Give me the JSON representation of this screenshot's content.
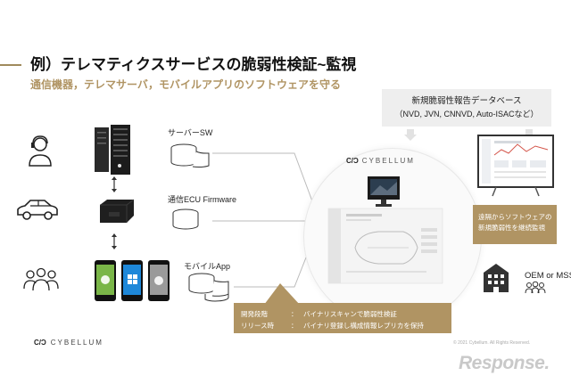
{
  "header": {
    "title": "例）テレマティクスサービスの脆弱性検証~監視",
    "subtitle": "通信機器，テレマサーバ，モバイルアプリのソフトウェアを守る"
  },
  "database": {
    "label": "新規脆弱性報告データベース",
    "sources": "（NVD, JVN, CNNVD, Auto-ISACなど）"
  },
  "targets": {
    "server_label": "サーバーSW",
    "telematics_label": "通信ECU Firmware",
    "mobile_label": "モバイルApp"
  },
  "platform": {
    "logo_mark": "C/Ͻ",
    "logo_text": "CYBELLUM"
  },
  "remote_monitoring": {
    "line1": "遠隔からソフトウェアの",
    "line2": "新規脆弱性を継続監視"
  },
  "recipient": {
    "label": "OEM or MSS"
  },
  "phases": [
    {
      "name": "開発段階",
      "sep": "：",
      "action": "バイナリスキャンで脆弱性検証"
    },
    {
      "name": "リリース時",
      "sep": "：",
      "action": "バイナリ登録し構成情報レプリカを保持"
    }
  ],
  "footer": {
    "logo_mark": "C/Ͻ",
    "logo_text": "CYBELLUM",
    "copyright": "© 2021 Cybellum. All Rights Reserved.",
    "watermark": "Response."
  },
  "colors": {
    "accent": "#b09463",
    "callout_grey": "#eeeeee",
    "dark": "#222222"
  }
}
